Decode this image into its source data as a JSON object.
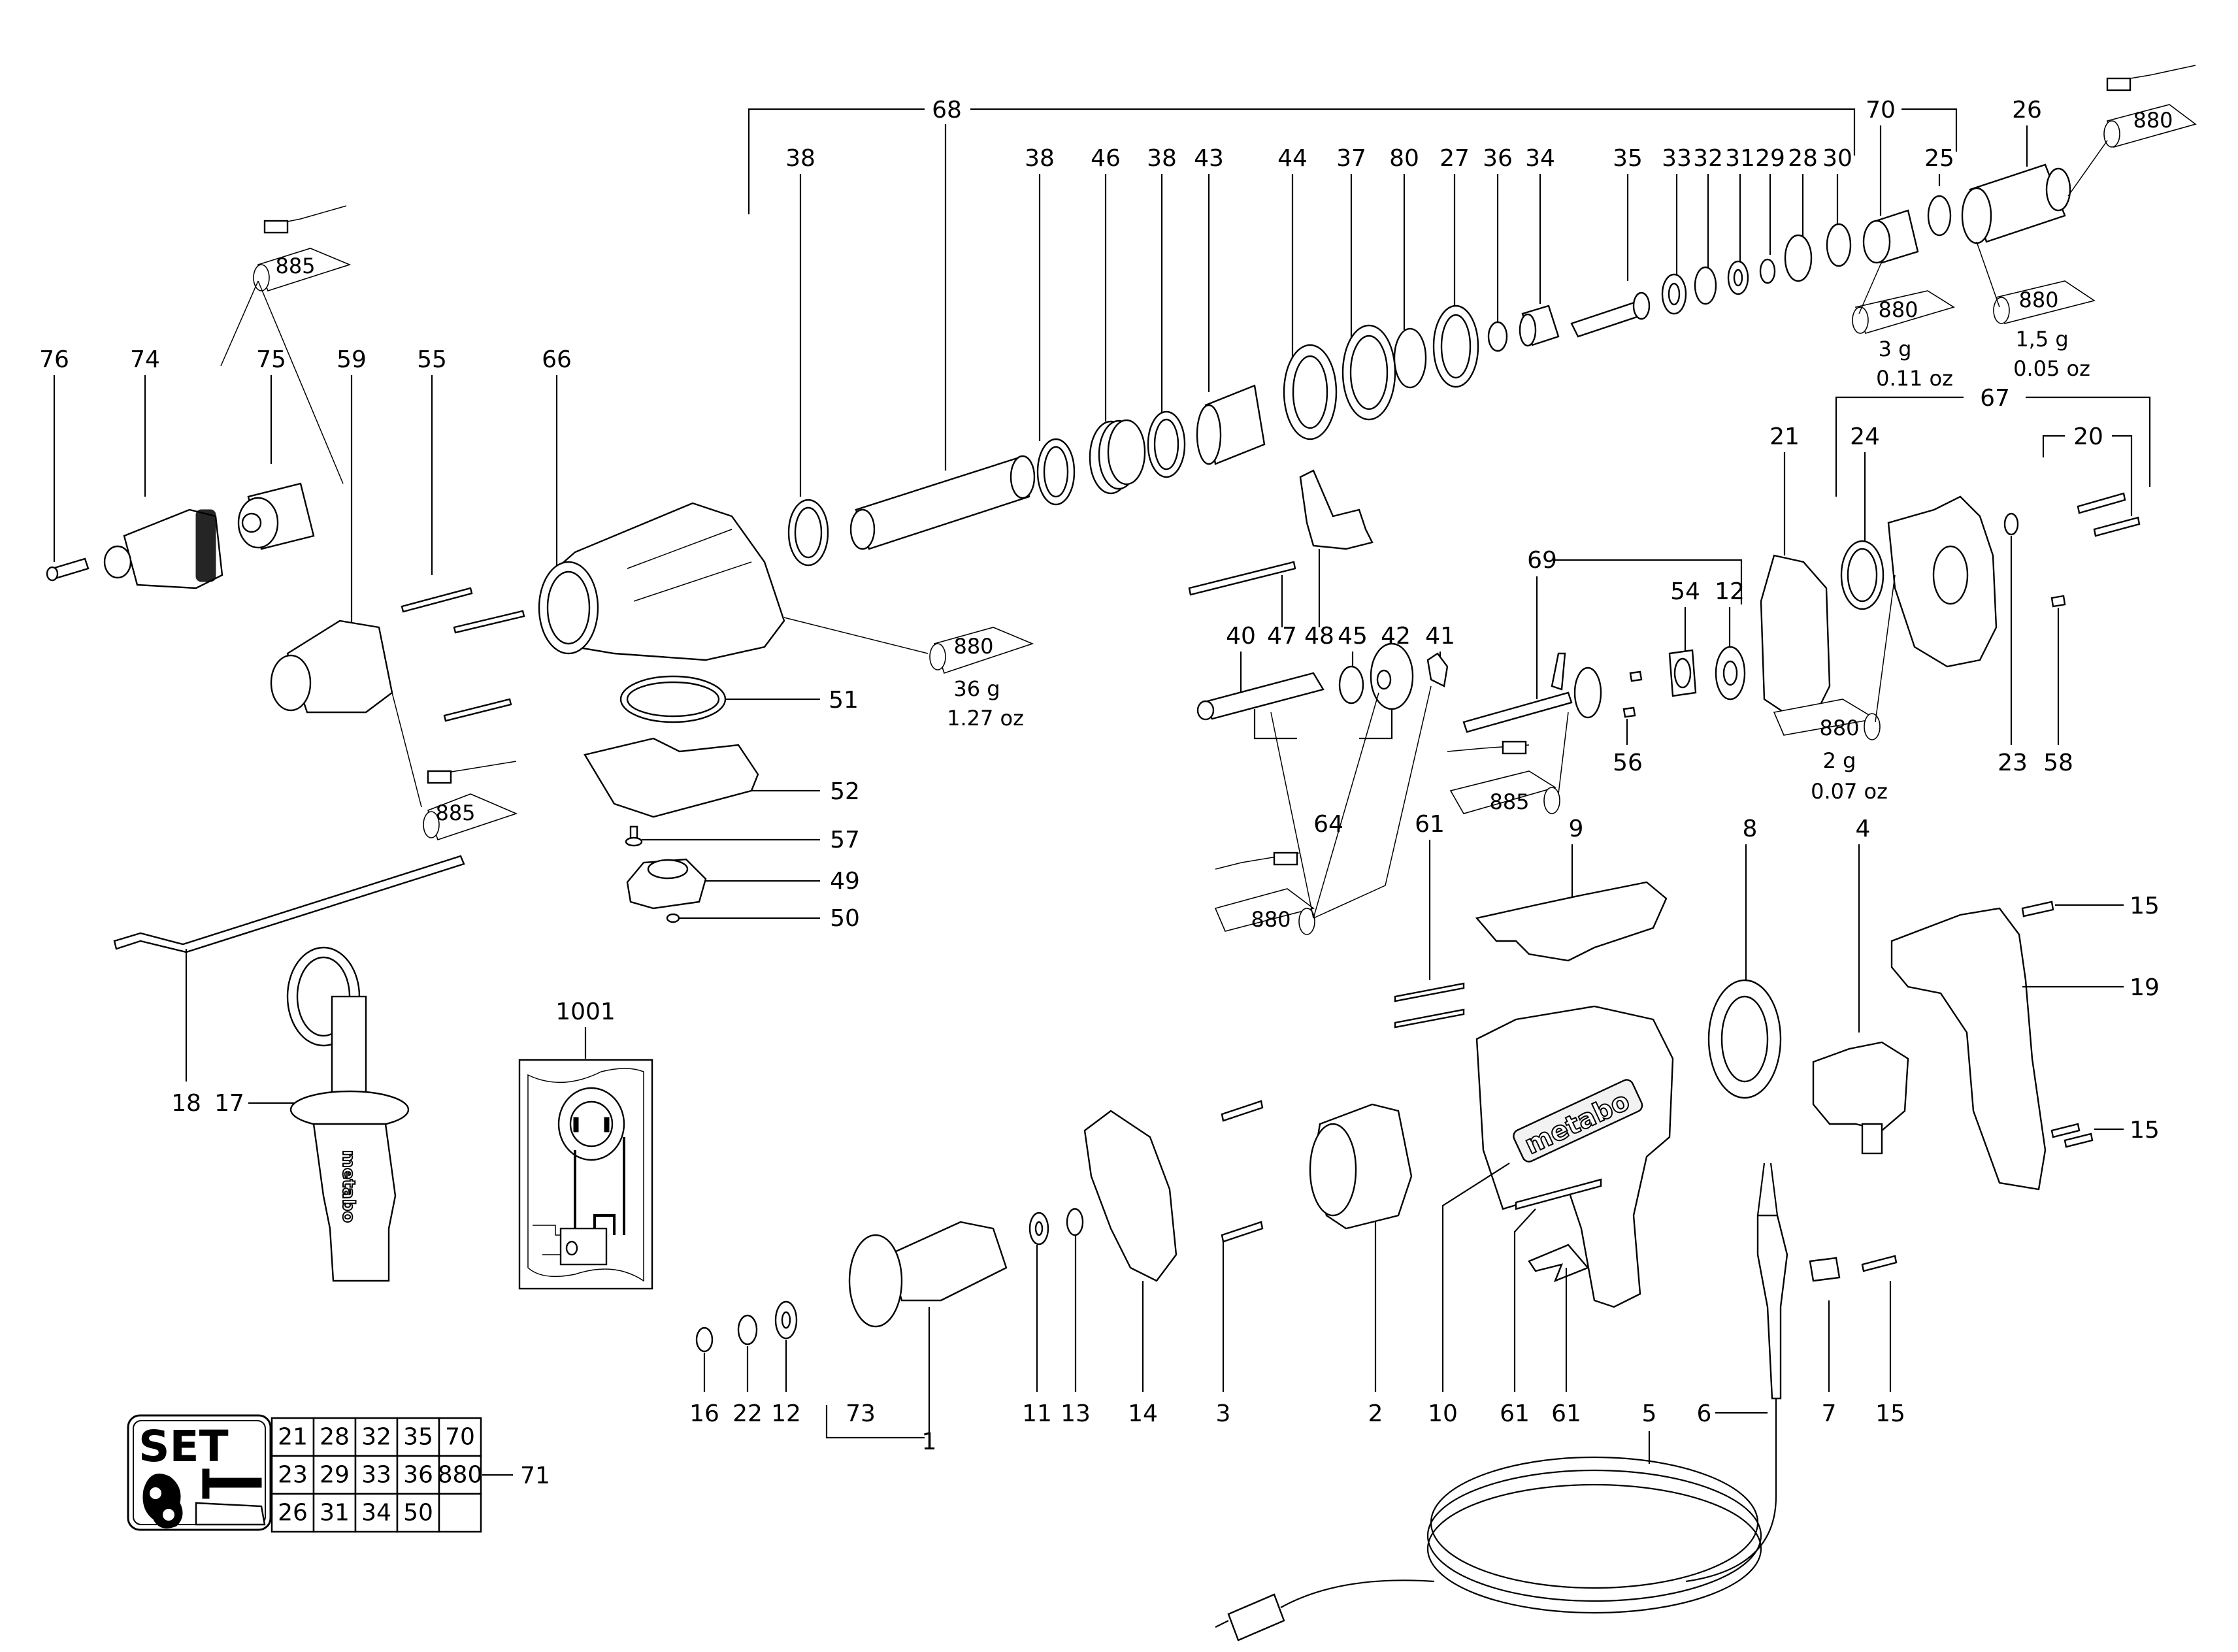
{
  "diagram": {
    "type": "exploded-parts-drawing",
    "brand_on_housing": "metabo",
    "brand_on_side_handle": "metabo"
  },
  "assembly_brackets": [
    {
      "id": "68",
      "label": "68"
    },
    {
      "id": "70",
      "label": "70"
    },
    {
      "id": "67",
      "label": "67"
    },
    {
      "id": "69",
      "label": "69"
    },
    {
      "id": "20",
      "label": "20"
    },
    {
      "id": "64",
      "label": "64"
    },
    {
      "id": "1",
      "label": "1"
    }
  ],
  "part_labels": {
    "top_row": [
      "38",
      "38",
      "46",
      "38",
      "43",
      "44",
      "37",
      "80",
      "27",
      "36",
      "34",
      "35",
      "33",
      "32",
      "31",
      "29",
      "28",
      "30",
      "25",
      "26"
    ],
    "chuck_row": [
      "76",
      "74",
      "75",
      "59",
      "55",
      "66"
    ],
    "gear_row": [
      "40",
      "47",
      "48",
      "45",
      "42",
      "41"
    ],
    "gearbox_right": [
      "21",
      "24",
      "54",
      "12",
      "56",
      "23",
      "58"
    ],
    "gearbox_cover_stack": [
      "51",
      "52",
      "57",
      "49",
      "50"
    ],
    "middle_row": [
      "61",
      "9",
      "8",
      "4"
    ],
    "handle_right": [
      "15",
      "19",
      "15"
    ],
    "side_handle": [
      "18",
      "17"
    ],
    "wiring_diagram": "1001",
    "bottom_row": [
      "16",
      "22",
      "12",
      "73",
      "11",
      "13",
      "14",
      "3",
      "2",
      "10",
      "61",
      "61",
      "5",
      "6",
      "7",
      "15"
    ]
  },
  "grease_tubes": [
    {
      "code": "885",
      "location": "top-left (chuck 74/75)"
    },
    {
      "code": "885",
      "location": "chuck 59"
    },
    {
      "code": "880",
      "amount_g": "36 g",
      "amount_oz": "1.27 oz",
      "location": "gear housing 66"
    },
    {
      "code": "880",
      "location": "top-right (bearing 26)"
    },
    {
      "code": "880",
      "amount_g": "3 g",
      "amount_oz": "0.11 oz",
      "location": "piston 70"
    },
    {
      "code": "880",
      "amount_g": "1,5 g",
      "amount_oz": "0.05 oz",
      "location": "cylinder 26"
    },
    {
      "code": "885",
      "location": "shaft 69"
    },
    {
      "code": "880",
      "amount_g": "2 g",
      "amount_oz": "0.07 oz",
      "location": "gearbox cover 67"
    },
    {
      "code": "880",
      "location": "gears 40/42/41"
    }
  ],
  "set_kit": {
    "logo": "SET",
    "callout": "71",
    "rows": [
      [
        "21",
        "28",
        "32",
        "35",
        "70"
      ],
      [
        "23",
        "29",
        "33",
        "36",
        "880"
      ],
      [
        "26",
        "31",
        "34",
        "50",
        ""
      ]
    ]
  }
}
